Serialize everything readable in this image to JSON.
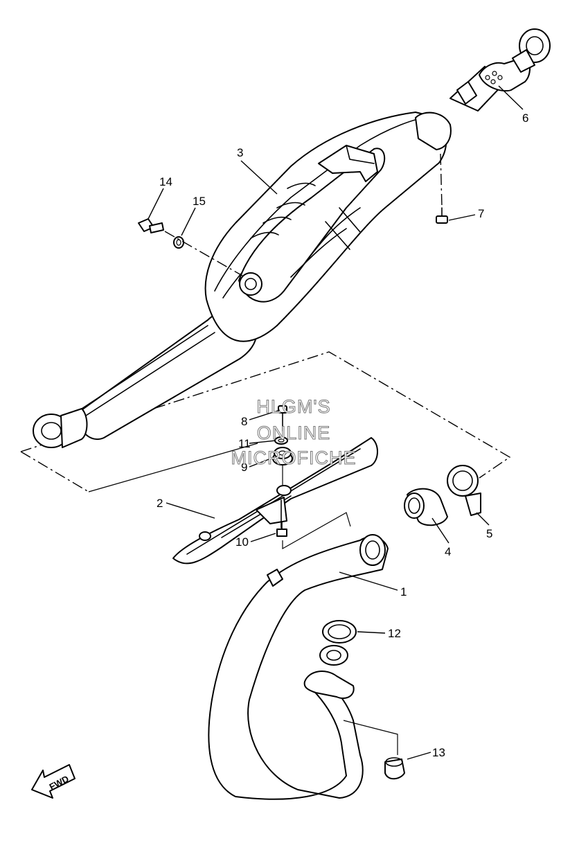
{
  "watermark": {
    "line1": "HLGM'S",
    "line2": "ONLINE",
    "line3": "MICROFICHE"
  },
  "direction_arrow": {
    "label": "FWD"
  },
  "callouts": [
    {
      "id": "c1",
      "number": "1"
    },
    {
      "id": "c2",
      "number": "2"
    },
    {
      "id": "c3",
      "number": "3"
    },
    {
      "id": "c4",
      "number": "4"
    },
    {
      "id": "c5",
      "number": "5"
    },
    {
      "id": "c6",
      "number": "6"
    },
    {
      "id": "c7",
      "number": "7"
    },
    {
      "id": "c8",
      "number": "8"
    },
    {
      "id": "c9",
      "number": "9"
    },
    {
      "id": "c10",
      "number": "10"
    },
    {
      "id": "c11",
      "number": "11"
    },
    {
      "id": "c12",
      "number": "12"
    },
    {
      "id": "c13",
      "number": "13"
    },
    {
      "id": "c14",
      "number": "14"
    },
    {
      "id": "c15",
      "number": "15"
    }
  ]
}
